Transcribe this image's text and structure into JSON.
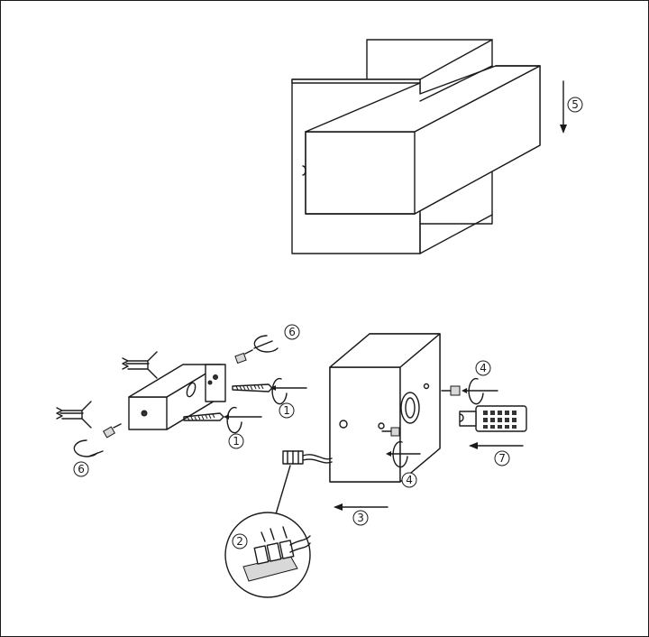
{
  "steps": [
    {
      "id": "label-1a",
      "label": "1"
    },
    {
      "id": "label-1b",
      "label": "1"
    },
    {
      "id": "label-2",
      "label": "2"
    },
    {
      "id": "label-3",
      "label": "3"
    },
    {
      "id": "label-4a",
      "label": "4"
    },
    {
      "id": "label-4b",
      "label": "4"
    },
    {
      "id": "label-5",
      "label": "5"
    },
    {
      "id": "label-6a",
      "label": "6"
    },
    {
      "id": "label-6b",
      "label": "6"
    },
    {
      "id": "label-7",
      "label": "7"
    }
  ],
  "colors": {
    "line": "#1a1a1a",
    "background": "#ffffff"
  }
}
